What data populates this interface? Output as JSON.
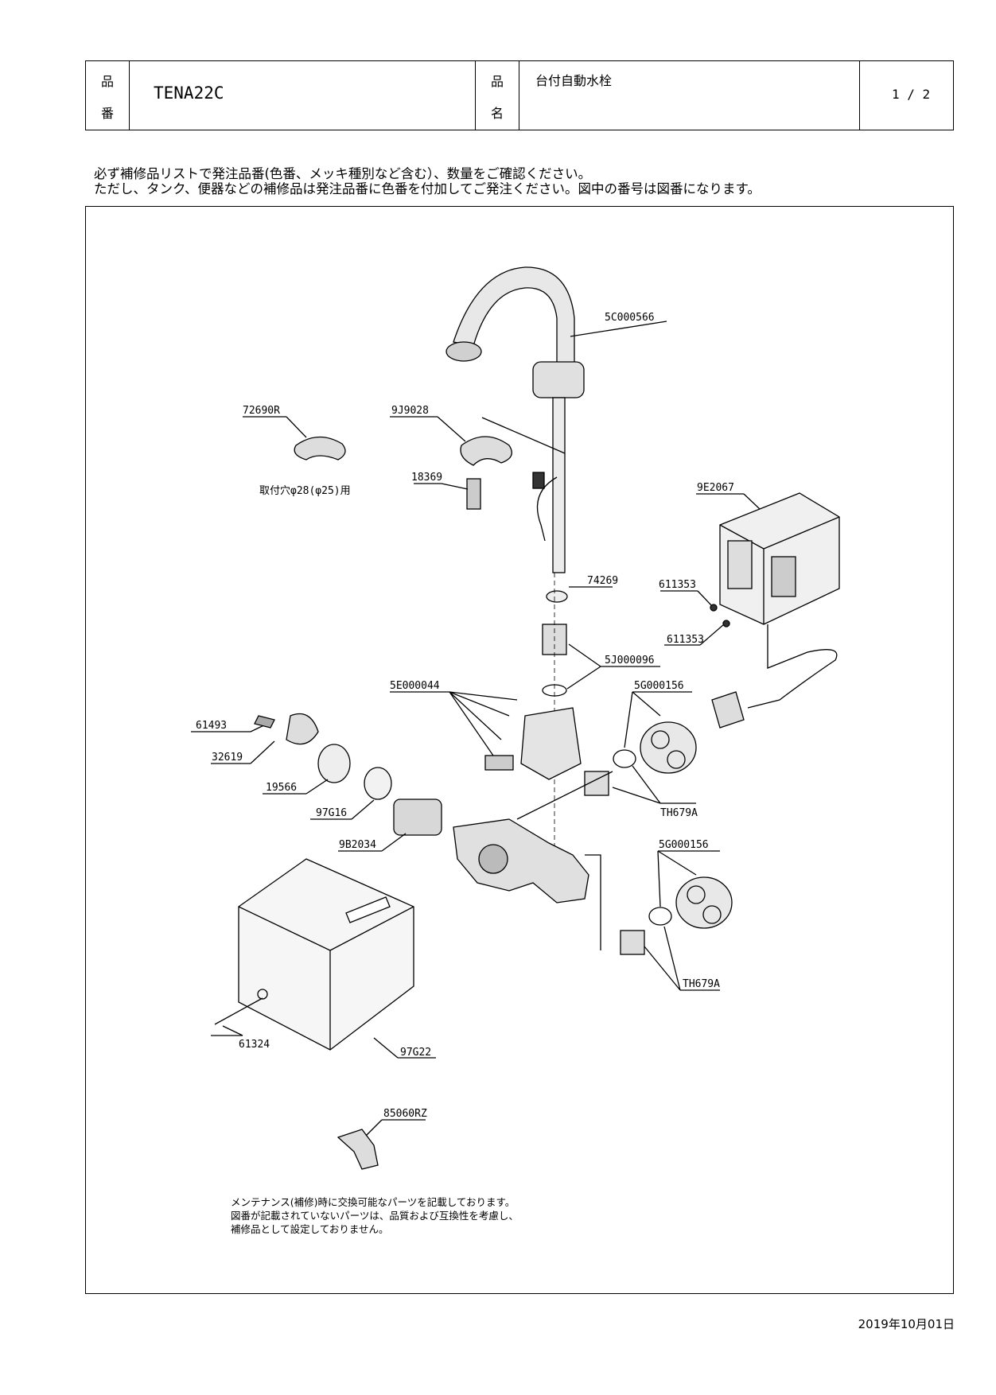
{
  "header": {
    "part_no_label_1": "品",
    "part_no_label_2": "番",
    "part_no": "TENA22C",
    "name_label_1": "品",
    "name_label_2": "名",
    "product_name": "台付自動水栓",
    "page": "1 / 2"
  },
  "notes": {
    "line1": "必ず補修品リストで発注品番(色番、メッキ種別など含む）、数量をご確認ください。",
    "line2": "ただし、タンク、便器などの補修品は発注品番に色番を付加してご発注ください。図中の番号は図番になります。"
  },
  "parts": {
    "p_5C000566": "5C000566",
    "p_72690R": "72690R",
    "p_9J9028": "9J9028",
    "p_18369": "18369",
    "mount_note": "取付穴φ28(φ25)用",
    "p_9E2067": "9E2067",
    "p_74269": "74269",
    "p_611353_a": "611353",
    "p_611353_b": "611353",
    "p_5J000096": "5J000096",
    "p_5E000044": "5E000044",
    "p_5G000156_a": "5G000156",
    "p_61493": "61493",
    "p_32619": "32619",
    "p_19566": "19566",
    "p_97G16": "97G16",
    "p_TH679A_a": "TH679A",
    "p_9B2034": "9B2034",
    "p_5G000156_b": "5G000156",
    "p_TH679A_b": "TH679A",
    "p_61324": "61324",
    "p_97G22": "97G22",
    "p_85060RZ": "85060RZ"
  },
  "footer_note": {
    "line1": "メンテナンス(補修)時に交換可能なパーツを記載しております。",
    "line2": "図番が記載されていないパーツは、品質および互換性を考慮し、",
    "line3": "補修品として設定しておりません。"
  },
  "date": "2019年10月01日"
}
